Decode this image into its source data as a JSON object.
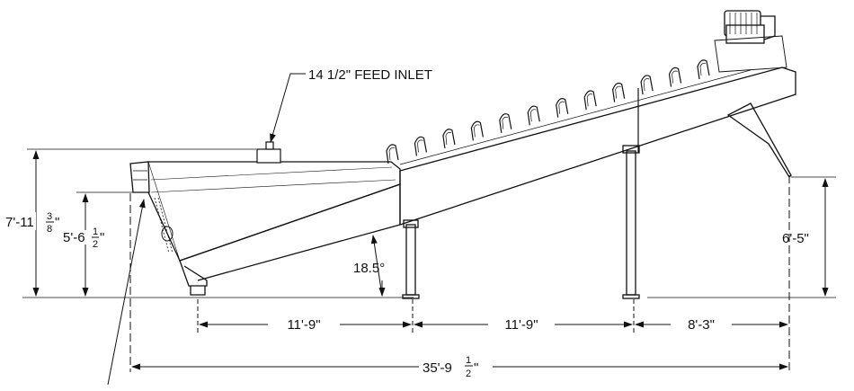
{
  "callouts": {
    "feed_inlet": "14 1/2\" FEED INLET"
  },
  "dimensions": {
    "overall_height": {
      "whole": "7'-11",
      "num": "3",
      "den": "8",
      "unit": "\""
    },
    "tail_height": {
      "whole": "5'-6",
      "num": "1",
      "den": "2",
      "unit": "\""
    },
    "discharge_height": "6'-5\"",
    "angle": "18.5°",
    "span_1": "11'-9\"",
    "span_2": "11'-9\"",
    "span_3": "8'-3\"",
    "overall_length": {
      "whole": "35'-9",
      "num": "1",
      "den": "2",
      "unit": "\""
    }
  },
  "flights": {
    "count": 12
  }
}
